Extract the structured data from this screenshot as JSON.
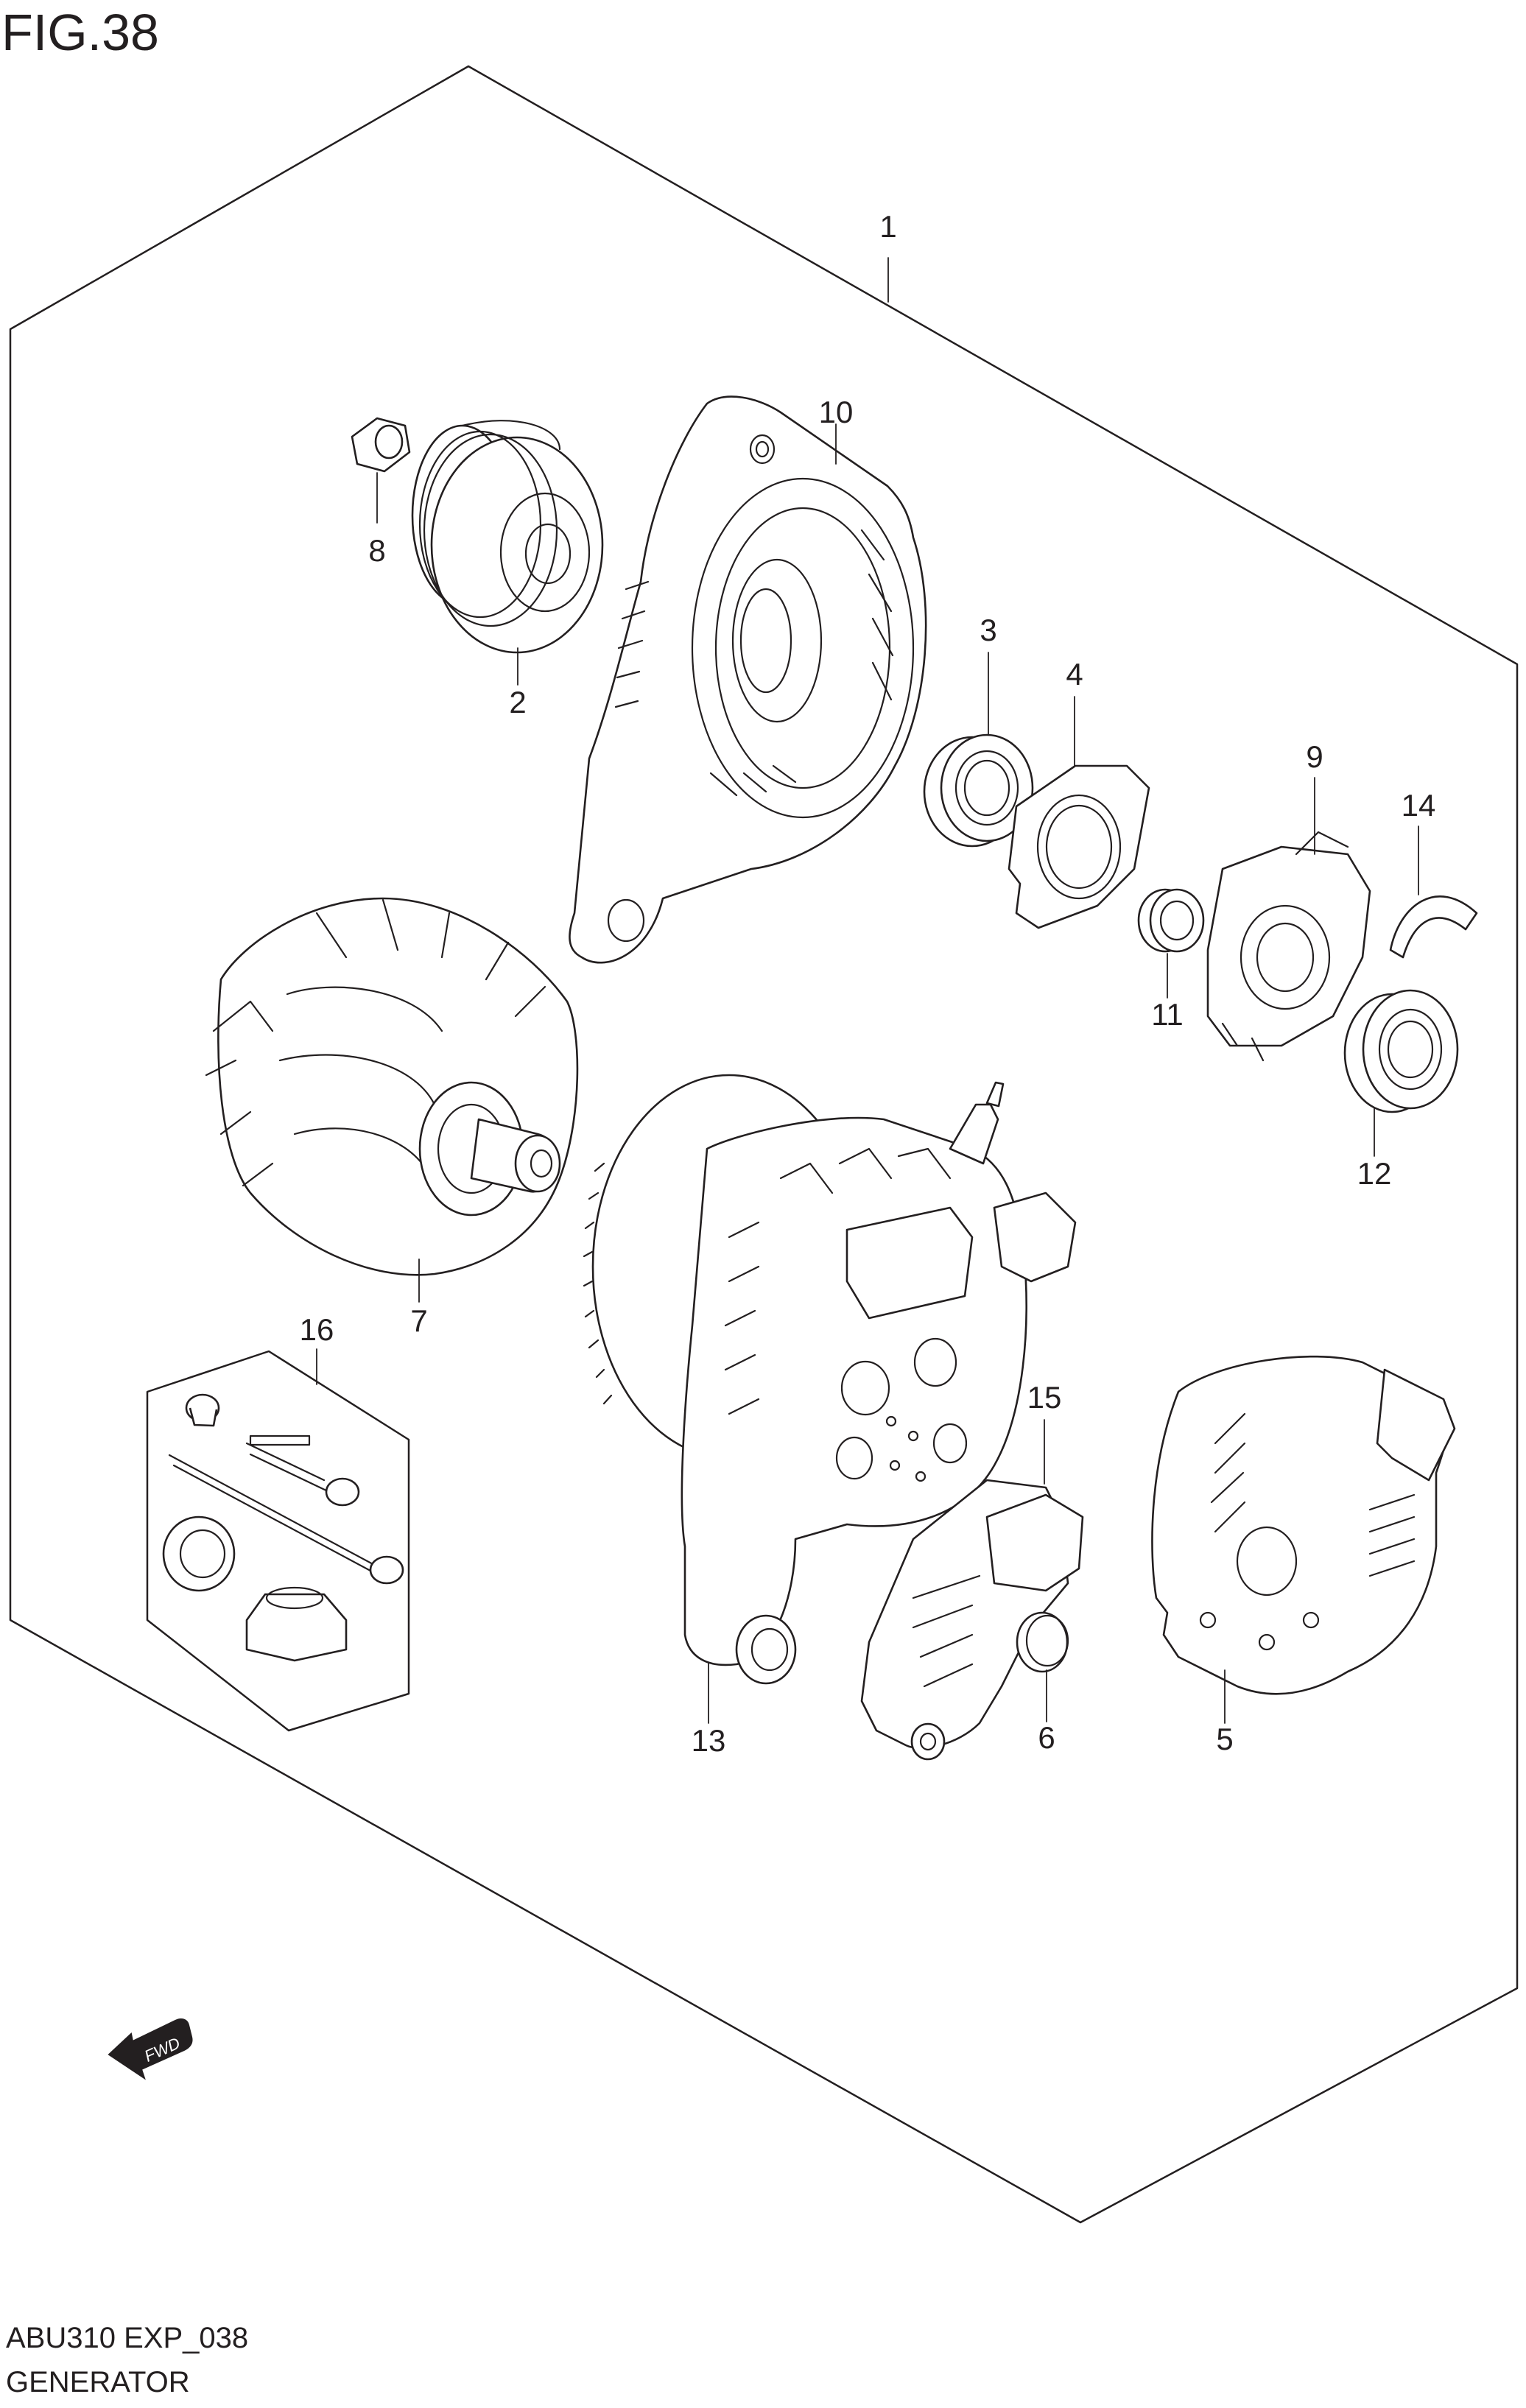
{
  "header": {
    "figure_title": "FIG.38"
  },
  "footer": {
    "code": "ABU310 EXP_038",
    "name": "GENERATOR"
  },
  "direction_marker": {
    "text": "FWD"
  },
  "callouts": {
    "c1": "1",
    "c2": "2",
    "c3": "3",
    "c4": "4",
    "c5": "5",
    "c6": "6",
    "c7": "7",
    "c8": "8",
    "c9": "9",
    "c10": "10",
    "c11": "11",
    "c12": "12",
    "c13": "13",
    "c14": "14",
    "c15": "15",
    "c16": "16"
  }
}
